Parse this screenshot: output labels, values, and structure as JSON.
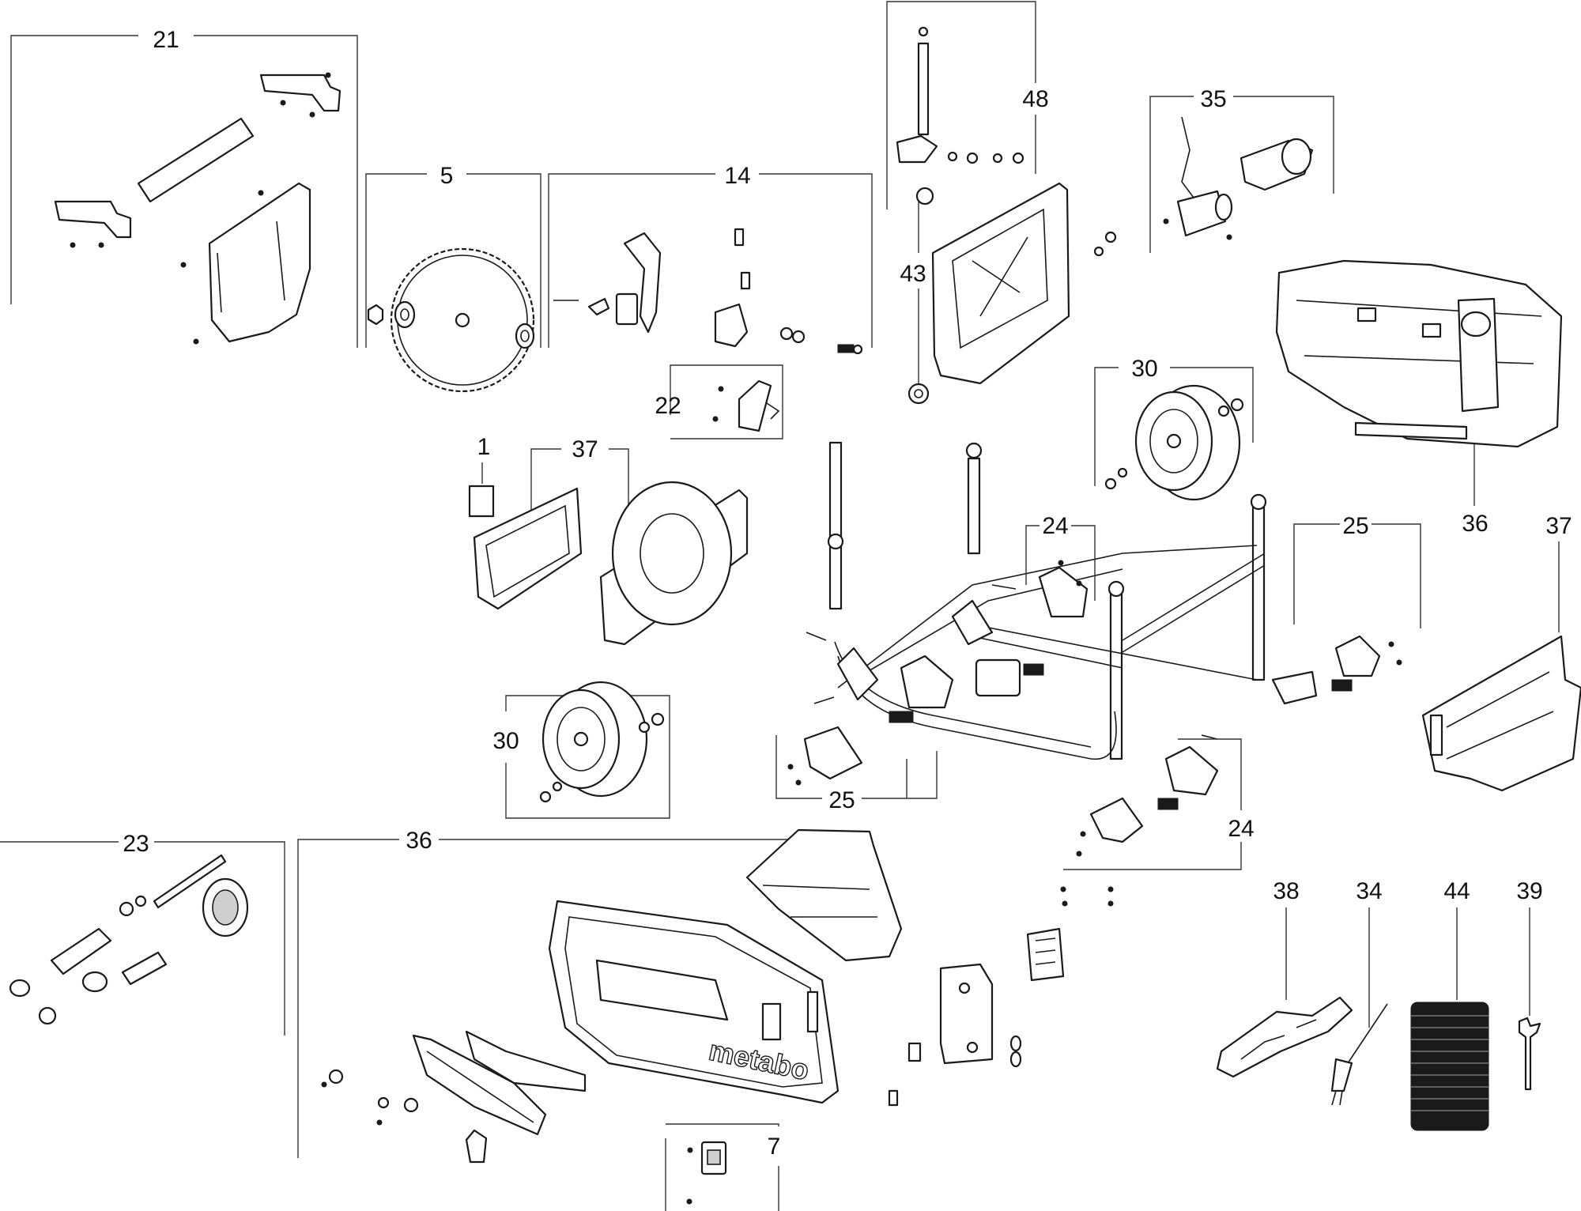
{
  "labels": {
    "l21": "21",
    "l5": "5",
    "l14": "14",
    "l48": "48",
    "l35": "35",
    "l43": "43",
    "l22": "22",
    "l30a": "30",
    "l1": "1",
    "l37a": "37",
    "l24a": "24",
    "l25a": "25",
    "l36a": "36",
    "l37b": "37",
    "l30b": "30",
    "l25b": "25",
    "l24b": "24",
    "l23": "23",
    "l36b": "36",
    "l38": "38",
    "l34": "34",
    "l44": "44",
    "l39": "39",
    "l7": "7"
  },
  "brand": "metabo"
}
